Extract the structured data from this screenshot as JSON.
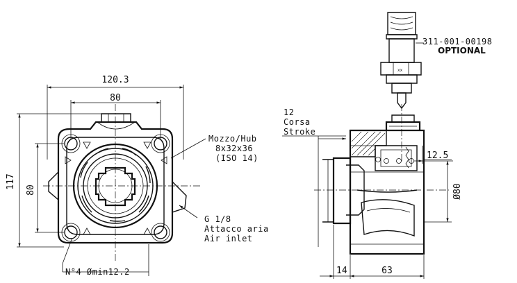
{
  "front_view": {
    "dim_overall_width": "120.3",
    "dim_inner_width": "80",
    "dim_overall_height": "117",
    "dim_inner_height": "80",
    "hub_label_1": "Mozzo/Hub",
    "hub_label_2": "8x32x36",
    "hub_label_3": "(ISO 14)",
    "air_label_1": "G 1/8",
    "air_label_2": "Attacco aria",
    "air_label_3": "Air inlet",
    "holes_label": "N°4 Ømin12.2"
  },
  "side_view": {
    "stroke_value": "12",
    "stroke_label_it": "Corsa",
    "stroke_label_en": "Stroke",
    "dim_side_right": "12.5",
    "dim_diameter": "Ø80",
    "dim_left_offset": "14",
    "dim_length": "63"
  },
  "sensor": {
    "part_number": "311-001-00198",
    "optional_label": "OPTIONAL"
  }
}
